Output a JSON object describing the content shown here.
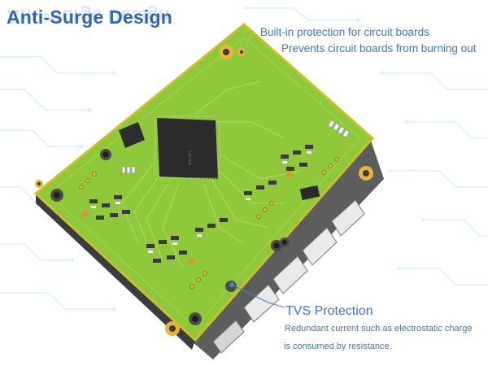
{
  "header": {
    "title": "Anti-Surge Design",
    "subtitle_line1": "Built-in protection for circuit boards",
    "subtitle_line2": "Prevents circuit boards from burning out"
  },
  "callout": {
    "title": "TVS Protection",
    "line1": "Redundant current such as electrostatic charge",
    "line2": "is consumed by resistance."
  },
  "colors": {
    "text_blue": "#3f76b8",
    "title_blue": "#2f66ad",
    "pcb_green": "#8fc83a",
    "pcb_border": "#c8c02f",
    "chip_black": "#2b2b2b"
  },
  "icons": {
    "board": "circuit-board-icon"
  }
}
